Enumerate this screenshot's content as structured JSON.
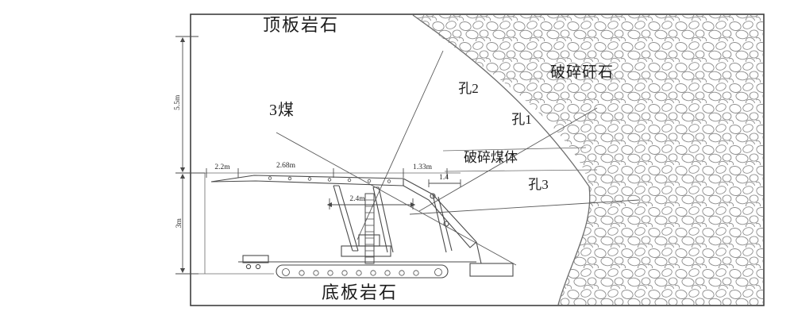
{
  "diagram": {
    "labels": {
      "roof": "顶板岩石",
      "floor": "底板岩石",
      "coal_seam": "3煤",
      "hole1": "孔1",
      "hole2": "孔2",
      "hole3": "孔3",
      "broken_gangue": "破碎矸石",
      "broken_coal": "破碎煤体"
    },
    "dimensions": {
      "height_upper": "5.5m",
      "height_lower": "3m",
      "d_2_2": "2.2m",
      "d_2_68": "2.68m",
      "d_1_33": "1.33m",
      "d_1_4": "1.4",
      "d_2_4": "2.4m"
    },
    "colors": {
      "frame_line": "#3f3f3f",
      "detail_line": "#4a4a4a",
      "stone_stroke": "#8b8b8b",
      "background": "#ffffff"
    }
  }
}
